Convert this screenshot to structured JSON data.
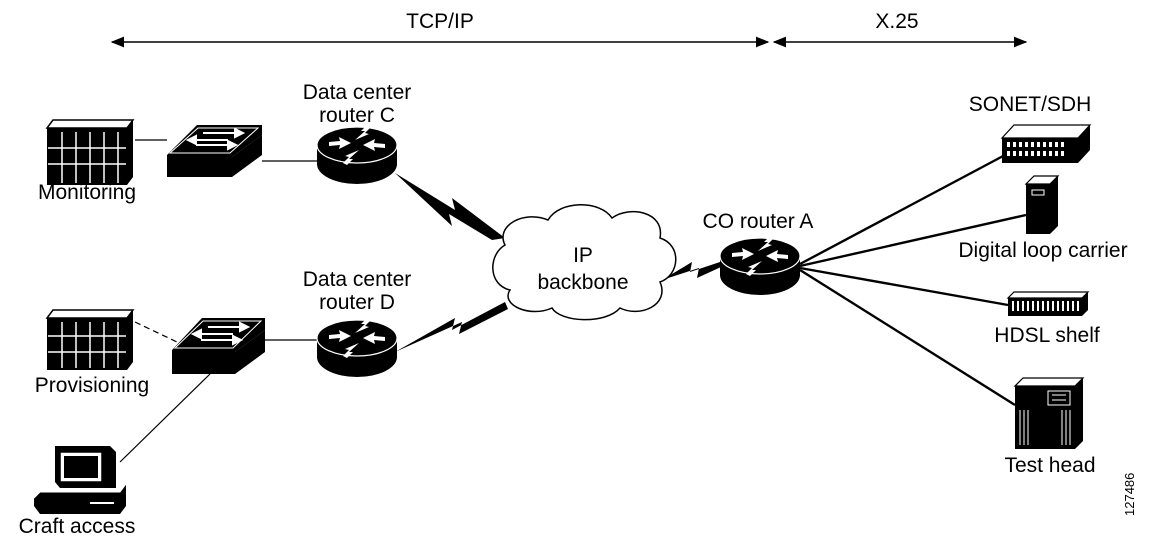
{
  "protocols": {
    "tcpip": "TCP/IP",
    "x25": "X.25"
  },
  "labels": {
    "router_c": [
      "Data center",
      "router C"
    ],
    "router_d": [
      "Data center",
      "router D"
    ],
    "router_a": "CO router A",
    "backbone": [
      "IP",
      "backbone"
    ],
    "monitoring": "Monitoring",
    "provisioning": "Provisioning",
    "craft_access": "Craft access",
    "sonet": "SONET/SDH",
    "dlc": "Digital loop carrier",
    "hdsl": "HDSL shelf",
    "test_head": "Test head"
  },
  "figure_id": "127486"
}
